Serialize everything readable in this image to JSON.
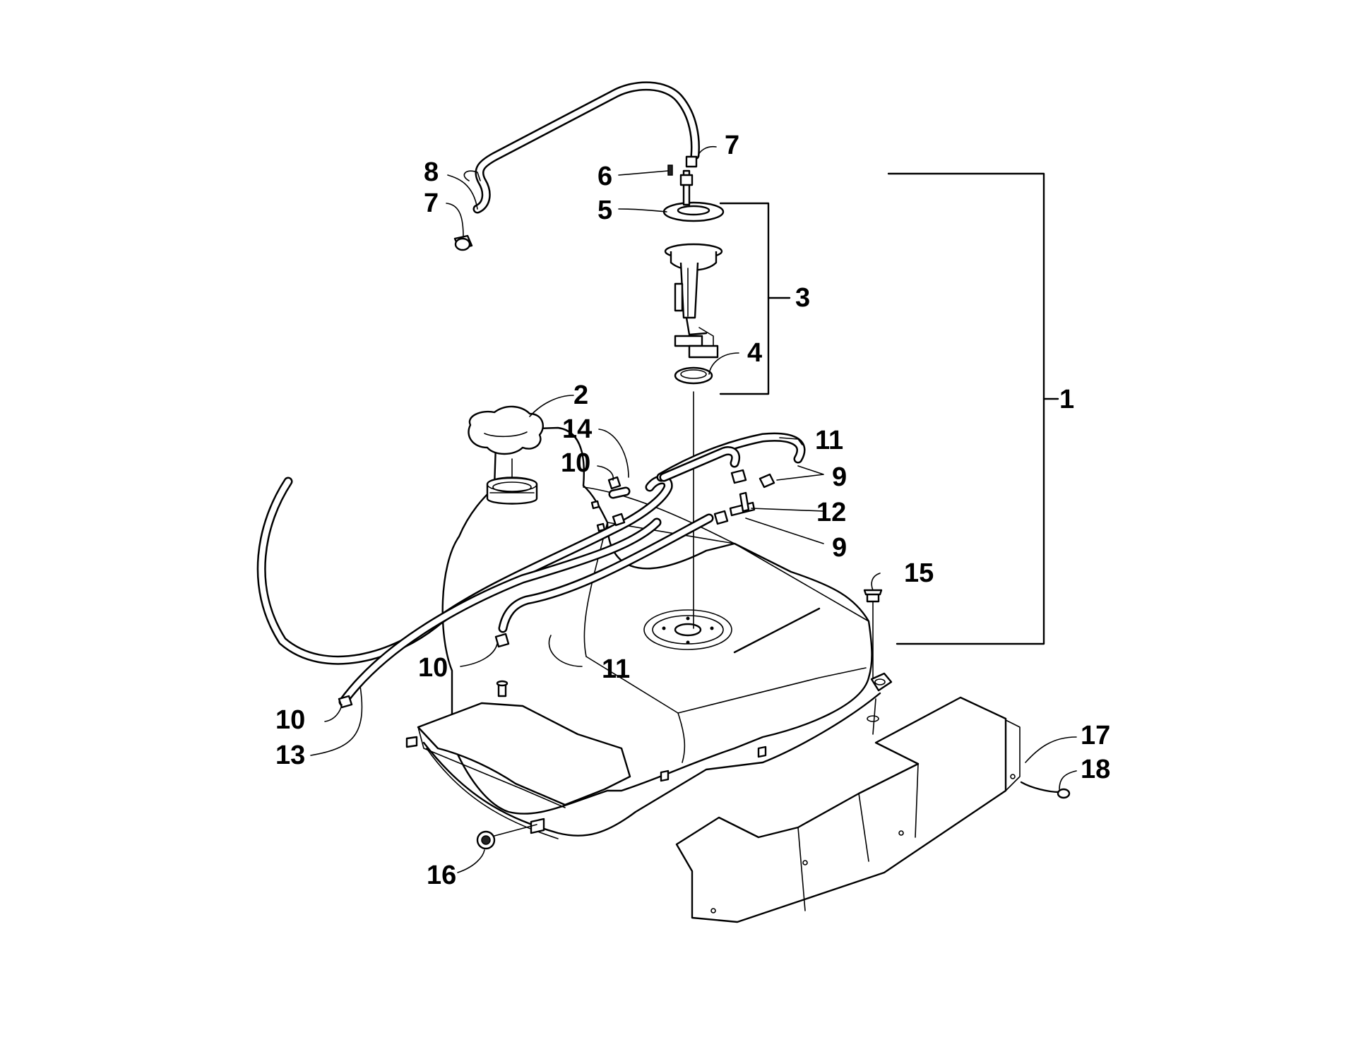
{
  "callouts": {
    "c1": "1",
    "c2": "2",
    "c3": "3",
    "c4": "4",
    "c5": "5",
    "c6": "6",
    "c7a": "7",
    "c7b": "7",
    "c8": "8",
    "c9a": "9",
    "c9b": "9",
    "c10a": "10",
    "c10b": "10",
    "c10c": "10",
    "c11a": "11",
    "c11b": "11",
    "c12": "12",
    "c13": "13",
    "c14": "14",
    "c15": "15",
    "c16": "16",
    "c17": "17",
    "c18": "18"
  }
}
